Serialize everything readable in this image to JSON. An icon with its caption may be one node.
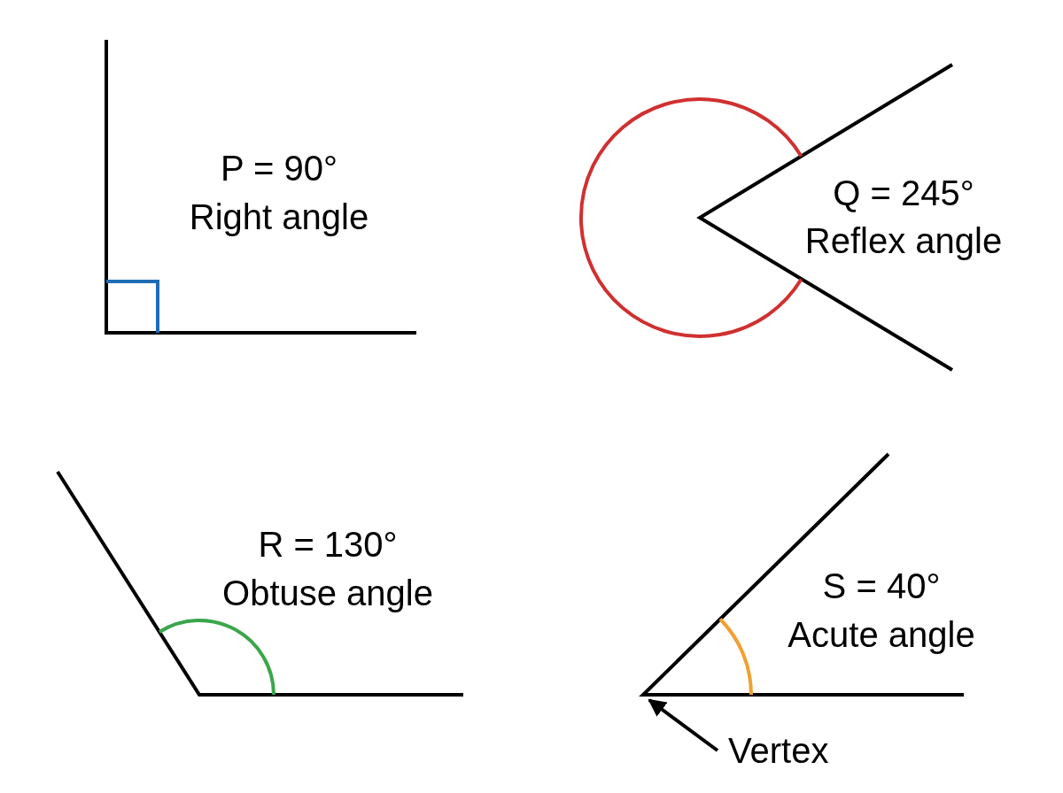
{
  "diagram": {
    "nodes": [
      {
        "text": [
          "Vertex"
        ]
      },
      {
        "text": [],
        "shape": "picture"
      }
    ],
    "edges": [
      {
        "from": 0,
        "to": 1,
        "arrow": "to"
      }
    ],
    "labels": [
      "P = 90°",
      "Right angle",
      "Q = 245°",
      "Reflex angle",
      "R = 130°",
      "Obtuse angle",
      "S = 40°",
      "Acute angle"
    ]
  }
}
